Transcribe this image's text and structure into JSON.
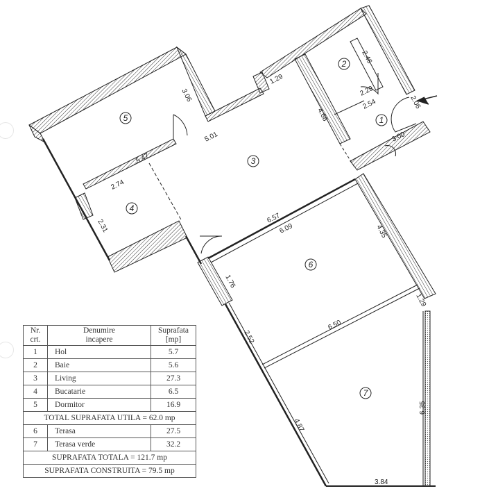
{
  "plan": {
    "rooms": [
      {
        "id": "1",
        "label": "1"
      },
      {
        "id": "2",
        "label": "2"
      },
      {
        "id": "3",
        "label": "3"
      },
      {
        "id": "4",
        "label": "4"
      },
      {
        "id": "5",
        "label": "5"
      },
      {
        "id": "6",
        "label": "6"
      },
      {
        "id": "7",
        "label": "7"
      }
    ],
    "dimensions": {
      "d306": "3.06",
      "d547": "5.47",
      "d501": "5.01",
      "d129a": "1.29",
      "d246": "2.46",
      "d229": "2.29",
      "d254": "2.54",
      "d468": "4.68",
      "d206": "2.06",
      "d300": "3.00",
      "d274": "2.74",
      "d231": "2.31",
      "d657": "6.57",
      "d609": "6.09",
      "d435": "4.35",
      "d176": "1.76",
      "d129b": "1.29",
      "d650": "6.50",
      "d252": "2.52",
      "d487": "4.87",
      "d635": "6.35",
      "d384": "3.84"
    }
  },
  "legend": {
    "headers": {
      "nr": "Nr.",
      "crt": "crt.",
      "name1": "Denumire",
      "name2": "incapere",
      "area1": "Suprafata",
      "area2": "[mp]"
    },
    "rows": [
      {
        "nr": "1",
        "name": "Hol",
        "area": "5.7"
      },
      {
        "nr": "2",
        "name": "Baie",
        "area": "5.6"
      },
      {
        "nr": "3",
        "name": "Living",
        "area": "27.3"
      },
      {
        "nr": "4",
        "name": "Bucatarie",
        "area": "6.5"
      },
      {
        "nr": "5",
        "name": "Dormitor",
        "area": "16.9"
      }
    ],
    "total_utila": "TOTAL SUPRAFATA UTILA = 62.0 mp",
    "rows2": [
      {
        "nr": "6",
        "name": "Terasa",
        "area": "27.5"
      },
      {
        "nr": "7",
        "name": "Terasa verde",
        "area": "32.2"
      }
    ],
    "total": "SUPRAFATA TOTALA = 121.7 mp",
    "construita": "SUPRAFATA CONSTRUITA = 79.5 mp"
  }
}
